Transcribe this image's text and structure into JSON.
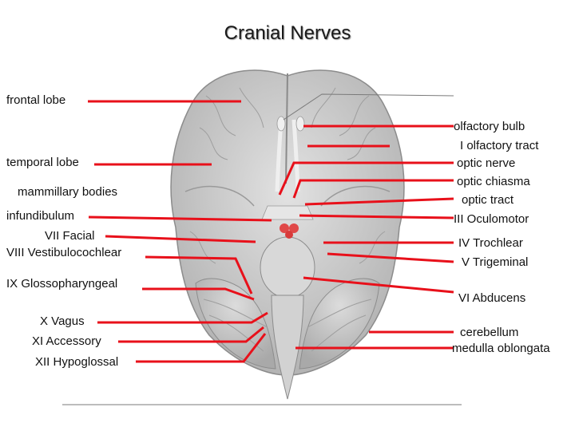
{
  "title": "Cranial Nerves",
  "colors": {
    "leader": "#e8101a",
    "brain": "#c9c9c9",
    "background": "#ffffff"
  },
  "labels_left": [
    "frontal lobe",
    "temporal lobe",
    "mammillary bodies",
    "infundibulum",
    "VII Facial",
    "VIII Vestibulocochlear",
    "IX Glossopharyngeal",
    "X Vagus",
    "XI Accessory",
    "XII Hypoglossal"
  ],
  "labels_right": [
    "olfactory bulb",
    "I olfactory tract",
    "optic nerve",
    "optic chiasma",
    "optic tract",
    "III Oculomotor",
    "IV Trochlear",
    "V Trigeminal",
    "VI Abducens",
    "cerebellum",
    "medulla oblongata"
  ]
}
